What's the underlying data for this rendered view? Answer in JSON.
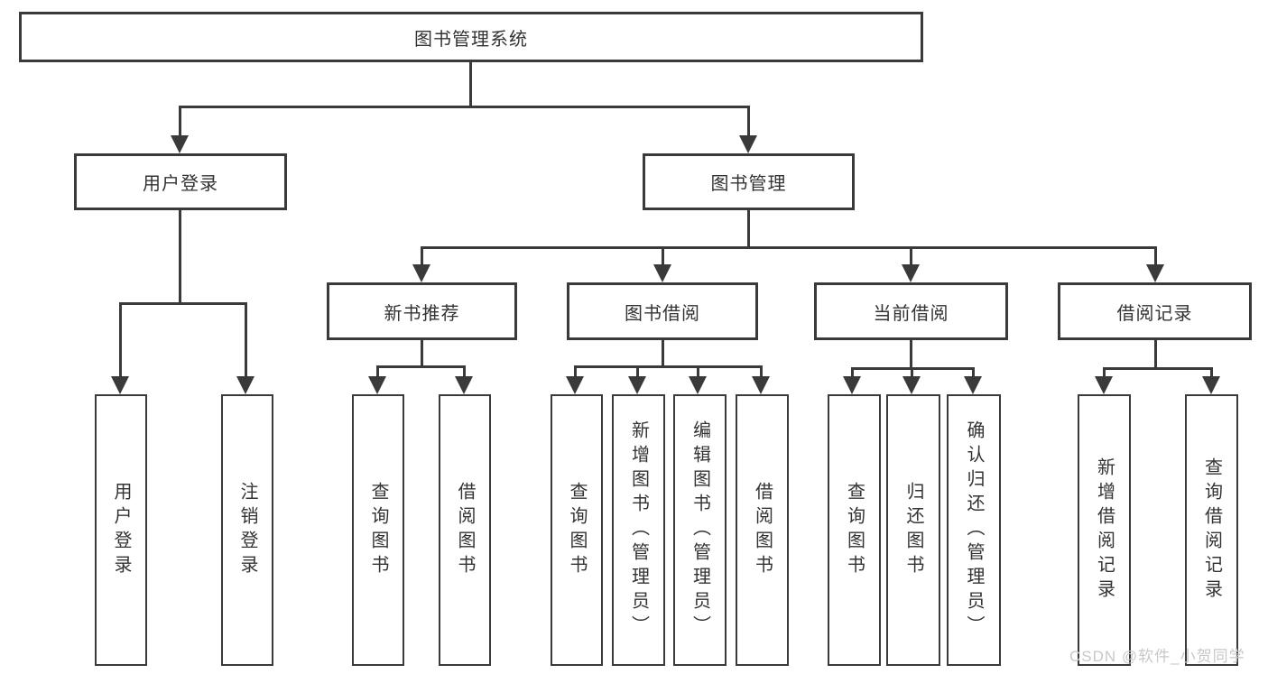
{
  "diagram_type": "hierarchy-tree",
  "colors": {
    "line": "#3a3a3a",
    "text": "#333333",
    "box_background": "#ffffff",
    "watermark": "#c8c8c8",
    "page_background": "#ffffff"
  },
  "tree": {
    "label": "图书管理系统",
    "children": [
      {
        "label": "用户登录",
        "children": [
          {
            "label": "用户登录"
          },
          {
            "label": "注销登录"
          }
        ]
      },
      {
        "label": "图书管理",
        "children": [
          {
            "label": "新书推荐",
            "children": [
              {
                "label": "查询图书"
              },
              {
                "label": "借阅图书"
              }
            ]
          },
          {
            "label": "图书借阅",
            "children": [
              {
                "label": "查询图书"
              },
              {
                "label": "新增图书（管理员）"
              },
              {
                "label": "编辑图书（管理员）"
              },
              {
                "label": "借阅图书"
              }
            ]
          },
          {
            "label": "当前借阅",
            "children": [
              {
                "label": "查询图书"
              },
              {
                "label": "归还图书"
              },
              {
                "label": "确认归还（管理员）"
              }
            ]
          },
          {
            "label": "借阅记录",
            "children": [
              {
                "label": "新增借阅记录"
              },
              {
                "label": "查询借阅记录"
              }
            ]
          }
        ]
      }
    ]
  },
  "watermark": {
    "text": "CSDN @软件_小贺同学"
  }
}
